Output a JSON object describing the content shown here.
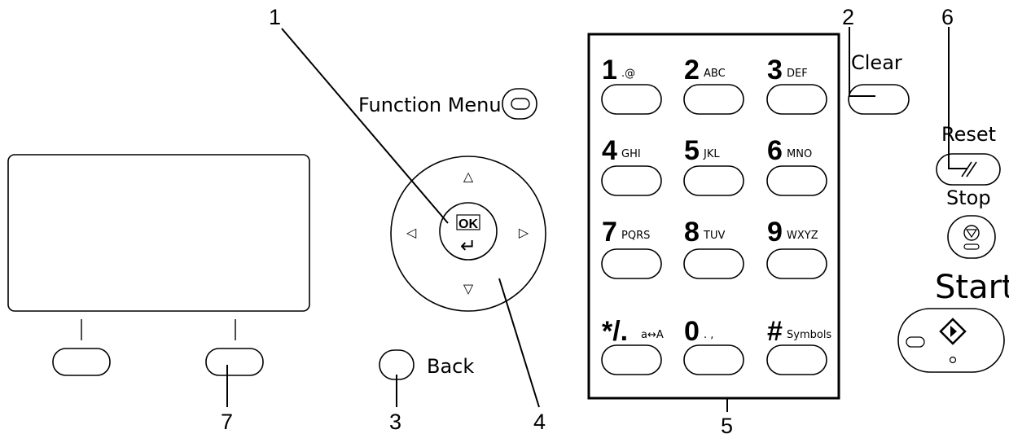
{
  "labels": {
    "function_menu": "Function Menu",
    "back": "Back",
    "clear": "Clear",
    "reset": "Reset",
    "stop": "Stop",
    "start": "Start",
    "ok": "OK"
  },
  "callouts": [
    "1",
    "2",
    "3",
    "4",
    "5",
    "6",
    "7"
  ],
  "keypad": [
    {
      "num": "1",
      "sub": ".@"
    },
    {
      "num": "2",
      "sub": "ABC"
    },
    {
      "num": "3",
      "sub": "DEF"
    },
    {
      "num": "4",
      "sub": "GHI"
    },
    {
      "num": "5",
      "sub": "JKL"
    },
    {
      "num": "6",
      "sub": "MNO"
    },
    {
      "num": "7",
      "sub": "PQRS"
    },
    {
      "num": "8",
      "sub": "TUV"
    },
    {
      "num": "9",
      "sub": "WXYZ"
    },
    {
      "num": "*/.",
      "sub": "a↔A"
    },
    {
      "num": "0",
      "sub": ". ,"
    },
    {
      "num": "#",
      "sub": "Symbols"
    }
  ],
  "arrows": {
    "up": "△",
    "down": "▽",
    "left": "◁",
    "right": "▷",
    "enter": "↵"
  }
}
